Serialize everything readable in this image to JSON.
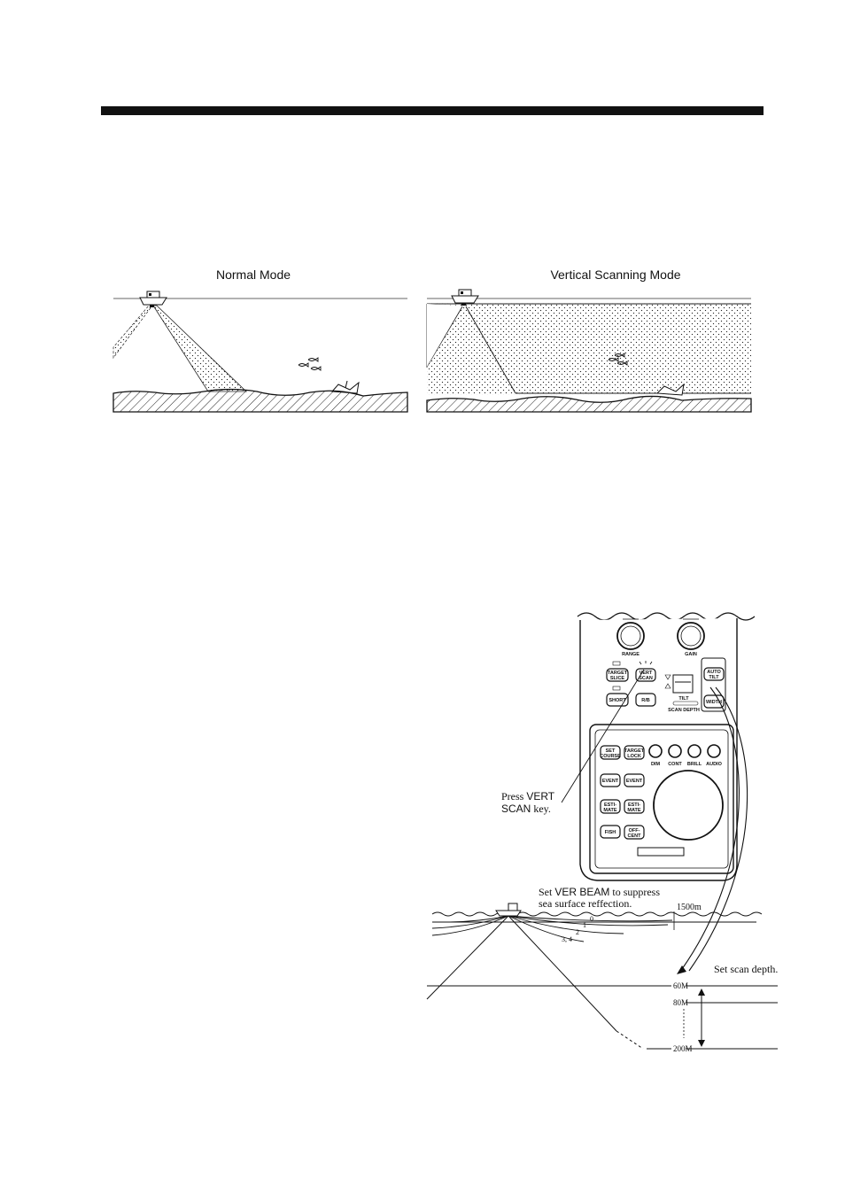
{
  "figure1": {
    "normal_mode_label": "Normal Mode",
    "vertical_mode_label": "Vertical Scanning Mode"
  },
  "figure2": {
    "knobs": {
      "range": "RANGE",
      "gain": "GAIN"
    },
    "keys": {
      "target_slice": [
        "TARGET",
        "SLICE"
      ],
      "vert_scan": [
        "VERT",
        "SCAN"
      ],
      "short": "SHORT",
      "rb": "R/B",
      "auto_tilt": [
        "AUTO",
        "TILT"
      ],
      "width": "WIDTH",
      "set_course": [
        "SET",
        "COURSE"
      ],
      "target_lock": [
        "TARGET",
        "LOCK"
      ],
      "event1": "EVENT",
      "event2": "EVENT",
      "estimate1": [
        "ESTI-",
        "MATE"
      ],
      "estimate2": [
        "ESTI-",
        "MATE"
      ],
      "fish": "FISH",
      "off_cent": [
        "OFF-",
        "CENT"
      ]
    },
    "small_knobs": [
      "DIM",
      "CONT",
      "BRILL",
      "AUDIO"
    ],
    "tilt_label": "TILT",
    "scan_depth_label": "SCAN DEPTH",
    "callouts": {
      "press_vert_line1_prefix": "Press ",
      "press_vert_line1_key": "VERT",
      "press_vert_line2_key": "SCAN",
      "press_vert_line2_suffix": " key.",
      "ver_beam_prefix": "Set ",
      "ver_beam_key": "VER BEAM",
      "ver_beam_suffix": " to suppress",
      "ver_beam_line2": "sea surface reffection.",
      "scan_depth": "Set scan depth."
    },
    "range_label": "1500m",
    "beam_numbers": [
      "0",
      "1",
      "2",
      "3, 4"
    ],
    "depths": [
      "60M",
      "80M",
      "200M"
    ]
  }
}
